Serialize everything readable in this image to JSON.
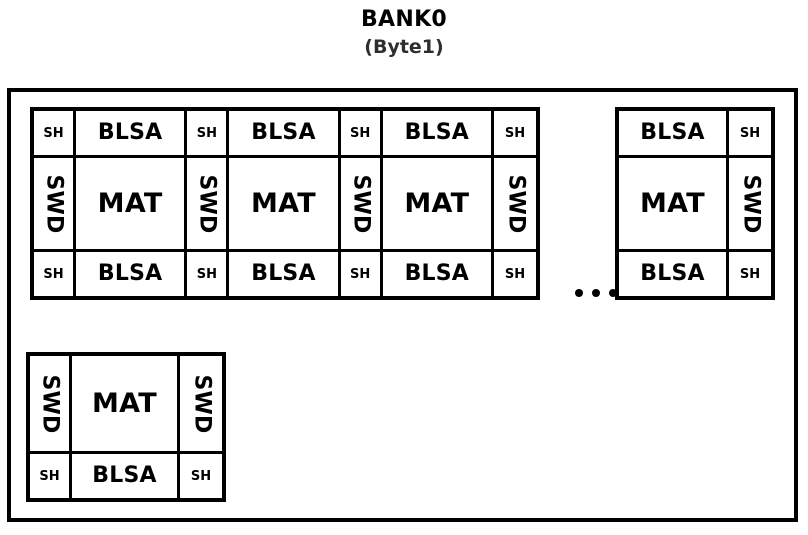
{
  "title": {
    "main": "BANK0",
    "sub": "(Byte1)"
  },
  "labels": {
    "sh": "SH",
    "blsa": "BLSA",
    "mat": "MAT",
    "swd": "SWD"
  },
  "colors": {
    "line": "#000000",
    "background": "#ffffff",
    "subtitle": "#2e2e2e"
  },
  "blocks": {
    "top_main": {
      "name": "mat-array-top-main",
      "mat_count": 3,
      "rows": [
        "sense-top",
        "mat",
        "sense-bottom"
      ],
      "has_top_row": true,
      "has_leading_column": true
    },
    "top_last": {
      "name": "mat-array-top-last",
      "mat_count": 1,
      "rows": [
        "sense-top",
        "mat",
        "sense-bottom"
      ],
      "has_top_row": true,
      "has_leading_column": false
    },
    "bottom": {
      "name": "mat-array-bottom",
      "mat_count": 1,
      "rows": [
        "mat",
        "sense-bottom"
      ],
      "has_top_row": false,
      "has_leading_column": true
    }
  },
  "ellipsis": {
    "horizontal": "…",
    "vertical": "⋮",
    "dot_count": 3
  }
}
